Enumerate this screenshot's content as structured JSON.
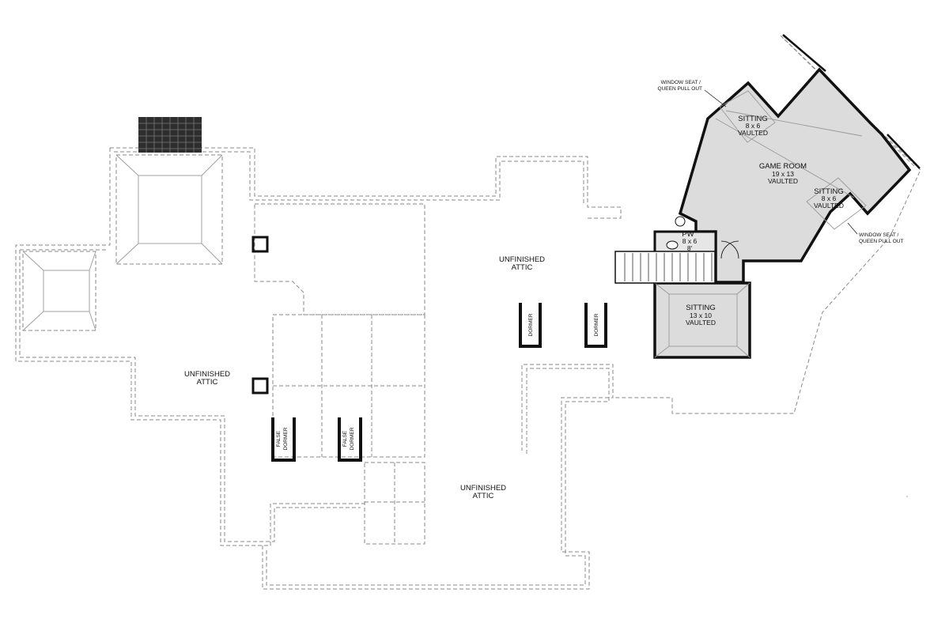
{
  "rooms": {
    "game_room": {
      "name": "GAME ROOM",
      "size": "19 x 13",
      "ceiling": "VAULTED"
    },
    "sitting_top": {
      "name": "SITTING",
      "size": "8 x 6",
      "ceiling": "VAULTED"
    },
    "sitting_right": {
      "name": "SITTING",
      "size": "8 x 6",
      "ceiling": "VAULTED"
    },
    "sitting_lower": {
      "name": "SITTING",
      "size": "13 x 10",
      "ceiling": "VAULTED"
    },
    "powder": {
      "name": "PW",
      "size": "8 x 6",
      "ceiling": "8'"
    }
  },
  "areas": {
    "attic_center": {
      "line1": "UNFINISHED",
      "line2": "ATTIC"
    },
    "attic_left": {
      "line1": "UNFINISHED",
      "line2": "ATTIC"
    },
    "attic_bottom": {
      "line1": "UNFINISHED",
      "line2": "ATTIC"
    }
  },
  "notes": {
    "window_seat_top": {
      "line1": "WINDOW SEAT /",
      "line2": "QUEEN PULL OUT"
    },
    "window_seat_right": {
      "line1": "WINDOW SEAT /",
      "line2": "QUEEN PULL OUT"
    }
  },
  "dormers": {
    "dormer_1": "DORMER",
    "dormer_2": "DORMER",
    "false_dormer_1": {
      "line1": "FALSE",
      "line2": "DORMER"
    },
    "false_dormer_2": {
      "line1": "FALSE",
      "line2": "DORMER"
    }
  },
  "colors": {
    "room_fill": "#dcdcdc",
    "wall": "#111111",
    "dashed_roof": "#8a8a8a",
    "background": "#ffffff"
  }
}
